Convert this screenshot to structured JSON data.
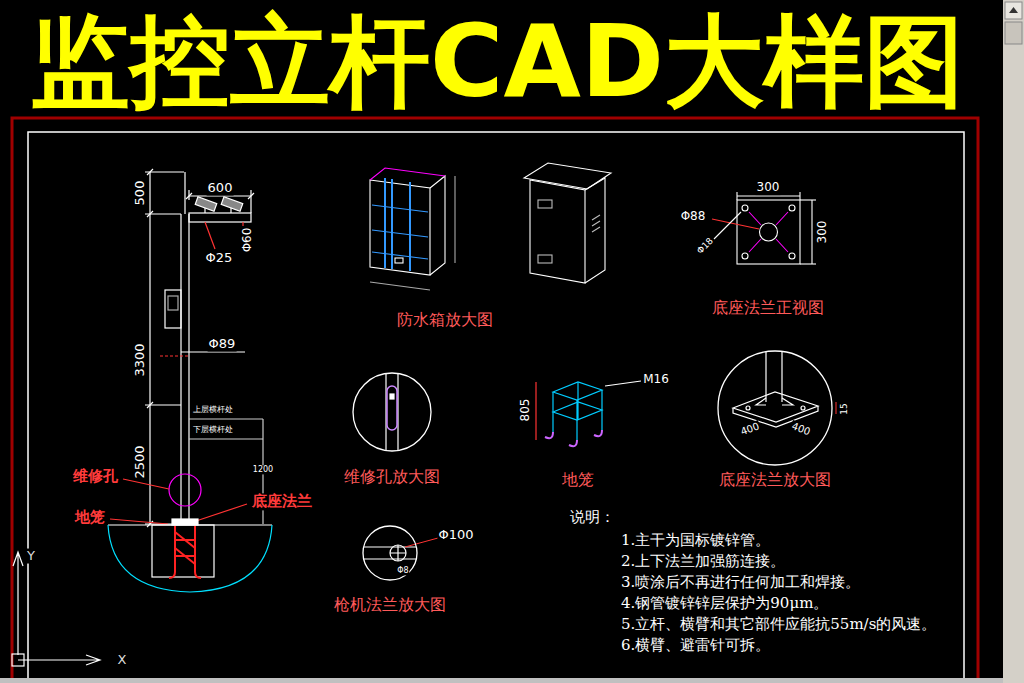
{
  "diagram": {
    "title": "监控立杆CAD大样图",
    "nodes": [
      {
        "text": [
          "维修孔放大图"
        ]
      },
      {
        "text": [
          "底座法兰放大图"
        ]
      },
      {
        "text": [
          "枪机法兰放大图"
        ]
      }
    ],
    "labels": [
      "500",
      "600",
      "Φ25",
      "Φ60",
      "Φ89",
      "3300",
      "2500",
      "上层横杆处",
      "下层横杆处",
      "1200",
      "维修孔",
      "地笼",
      "底座法兰",
      "防水箱放大图",
      "300",
      "300",
      "Φ88",
      "Φ18",
      "底座法兰正视图",
      "M16",
      "805",
      "地笼",
      "400",
      "400",
      "15",
      "Φ100",
      "Φ8",
      "说明：",
      "1.主干为国标镀锌管。",
      "2.上下法兰加强筋连接。",
      "3.喷涂后不再进行任何加工和焊接。",
      "4.钢管镀锌锌层保护为90μm。",
      "5.立杆、横臂和其它部件应能抗55m/s的风速。",
      "6.横臂、避雷针可拆。",
      "Y",
      "X"
    ]
  }
}
